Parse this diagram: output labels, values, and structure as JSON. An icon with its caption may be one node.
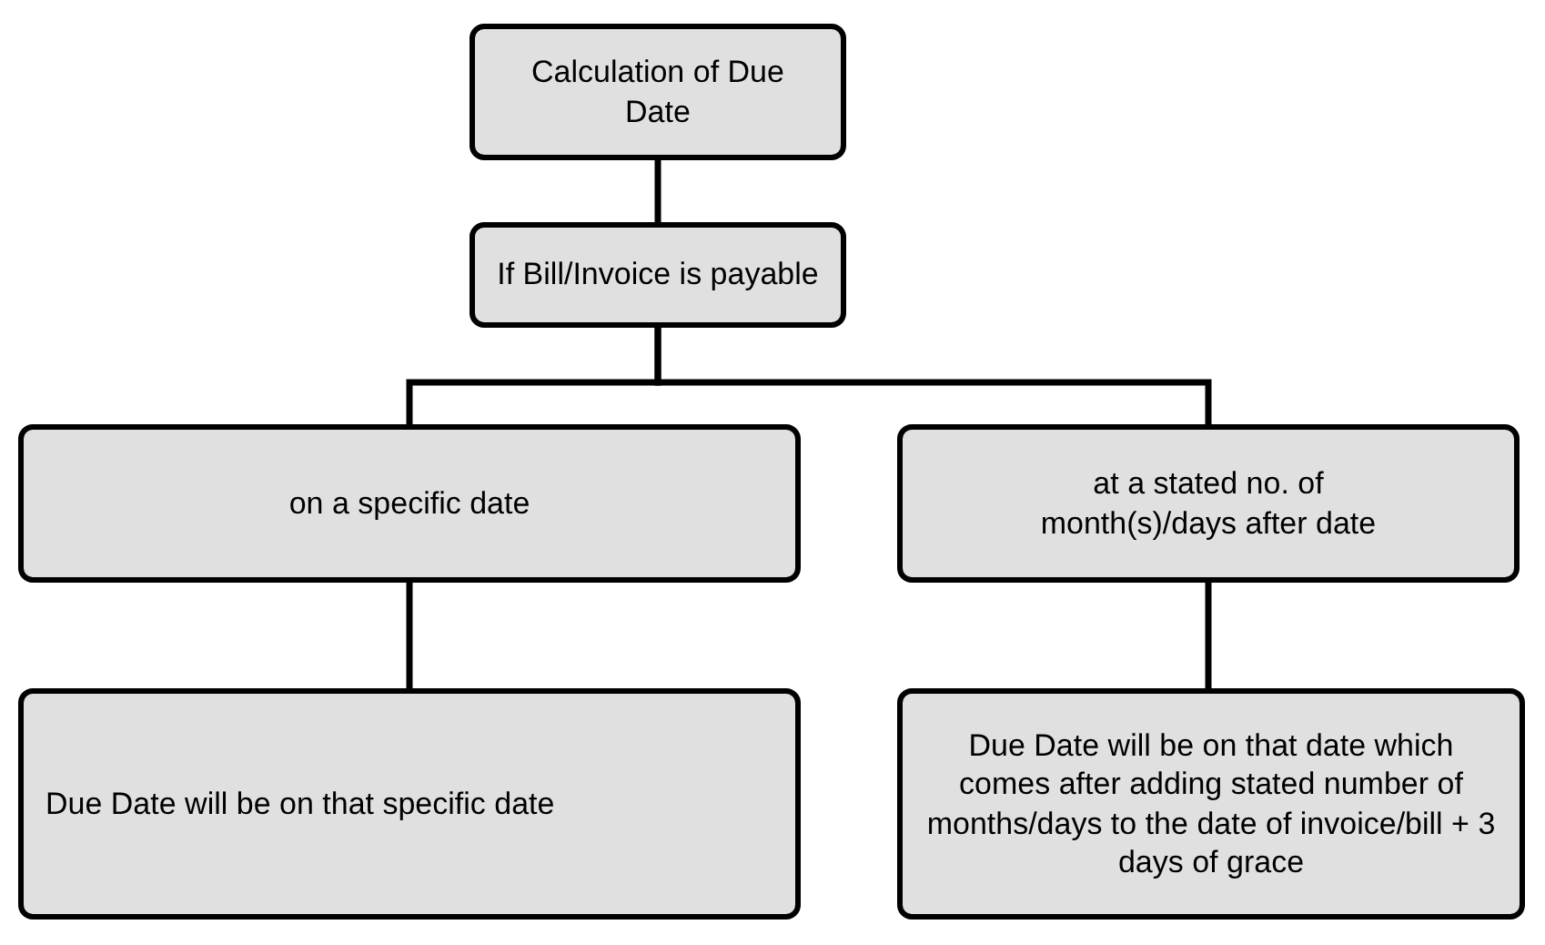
{
  "diagram": {
    "nodes": [
      {
        "text": [
          "Calculation of Due Date"
        ]
      },
      {
        "text": [
          "If Bill/Invoice is payable"
        ]
      },
      {
        "text": [
          "on a specific date"
        ]
      },
      {
        "text": [
          "at a stated no. of month(s)/days after date"
        ]
      },
      {
        "text": [
          "Due Date will be  on that specific date"
        ]
      },
      {
        "text": [
          "Due Date will be on that date which comes after adding stated number of months/days to the date of invoice/bill + 3 days of grace"
        ]
      }
    ],
    "edges": [
      {
        "from": 0,
        "to": 1,
        "arrow": "none"
      },
      {
        "from": 1,
        "to": 2,
        "arrow": "none"
      },
      {
        "from": 1,
        "to": 3,
        "arrow": "none"
      },
      {
        "from": 2,
        "to": 4,
        "arrow": "none"
      },
      {
        "from": 3,
        "to": 5,
        "arrow": "none"
      }
    ]
  }
}
